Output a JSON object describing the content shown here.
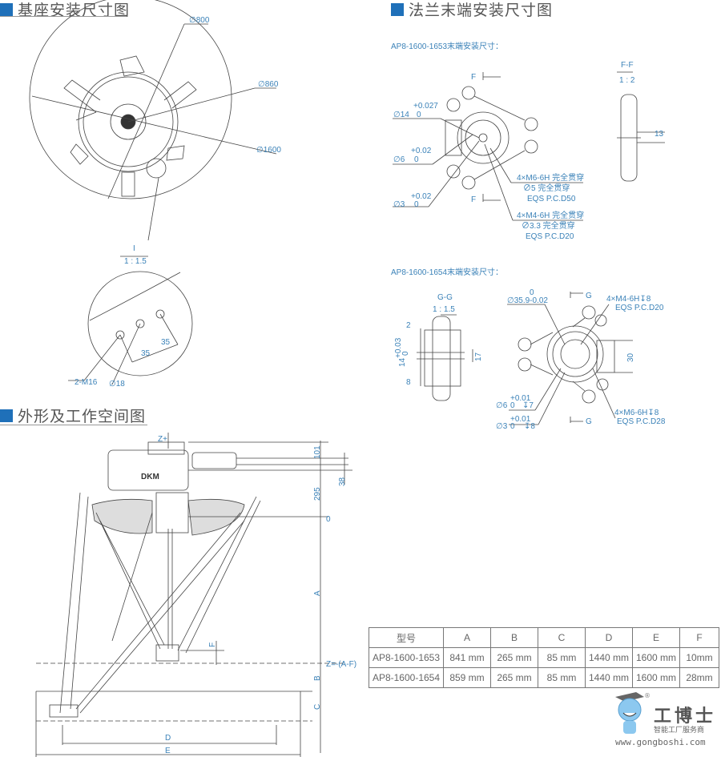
{
  "sections": {
    "base": "基座安装尺寸图",
    "flange": "法兰末端安装尺寸图",
    "workspace": "外形及工作空间图"
  },
  "base_drawing": {
    "d800": "∅800",
    "d860": "∅860",
    "d1600": "∅1600",
    "detail_id": "I",
    "detail_scale": "1 : 1.5",
    "dim35a": "35",
    "dim35b": "35",
    "m16": "2-M16",
    "d18": "∅18"
  },
  "flange_1653": {
    "title": "AP8-1600-1653末端安装尺寸：",
    "section_mark_top": "F",
    "section_mark_bottom": "F",
    "d14": "∅14",
    "d14_tol_up": "+0.027",
    "d14_tol_low": "0",
    "d6": "∅6",
    "d6_tol_up": "+0.02",
    "d6_tol_low": "0",
    "d3": "∅3",
    "d3_tol_up": "+0.02",
    "d3_tol_low": "0",
    "m6_line1": "4×M6-6H 完全贯穿",
    "m6_line2": "∅5 完全贯穿",
    "m6_line3": "EQS  P.C.D50",
    "m4_line1": "4×M4-6H 完全贯穿",
    "m4_line2": "∅3.3 完全贯穿",
    "m4_line3": "EQS  P.C.D20",
    "section_title": "F-F",
    "section_scale": "1 : 2",
    "dim13": "13"
  },
  "flange_1654": {
    "title": "AP8-1600-1654末端安装尺寸：",
    "section_title": "G-G",
    "section_scale": "1 : 1.5",
    "dim2": "2",
    "dim14": "14",
    "dim14_tol_up": "+0.03",
    "dim14_tol_low": "0",
    "dim8": "8",
    "dim17": "17",
    "d359_tol": "0",
    "d359": "∅35.9-0.02",
    "section_mark_top": "G",
    "section_mark_bottom": "G",
    "m4_line1": "4×M4-6H↧8",
    "m4_line2": "EQS  P.C.D20",
    "dim30": "30",
    "d6": "∅6",
    "d6_tol_up": "+0.01",
    "d6_tol_low": "0",
    "d6_depth": "↧7",
    "d3": "∅3",
    "d3_tol_up": "+0.01",
    "d3_tol_low": "0",
    "d3_depth": "↧8",
    "m6_line1": "4×M6-6H↧8",
    "m6_line2": "EQS  P.C.D28"
  },
  "workspace_drawing": {
    "z_plus": "Z+",
    "dim101": "101",
    "dim38": "38",
    "dim295": "295",
    "zero": "0",
    "dimA": "A",
    "dimF": "F",
    "z_label": "Z=-(A-F)",
    "dimB": "B",
    "dimC": "C",
    "dimD": "D",
    "dimE": "E",
    "logo_text": "DKM"
  },
  "spec_table": {
    "headers": [
      "型号",
      "A",
      "B",
      "C",
      "D",
      "E",
      "F"
    ],
    "rows": [
      [
        "AP8-1600-1653",
        "841 mm",
        "265 mm",
        "85 mm",
        "1440 mm",
        "1600 mm",
        "10mm"
      ],
      [
        "AP8-1600-1654",
        "859 mm",
        "265 mm",
        "85 mm",
        "1440 mm",
        "1600 mm",
        "28mm"
      ]
    ]
  },
  "watermark": {
    "brand": "工博士",
    "slogan": "智能工厂服务商",
    "url": "www.gongboshi.com",
    "reg": "®"
  }
}
